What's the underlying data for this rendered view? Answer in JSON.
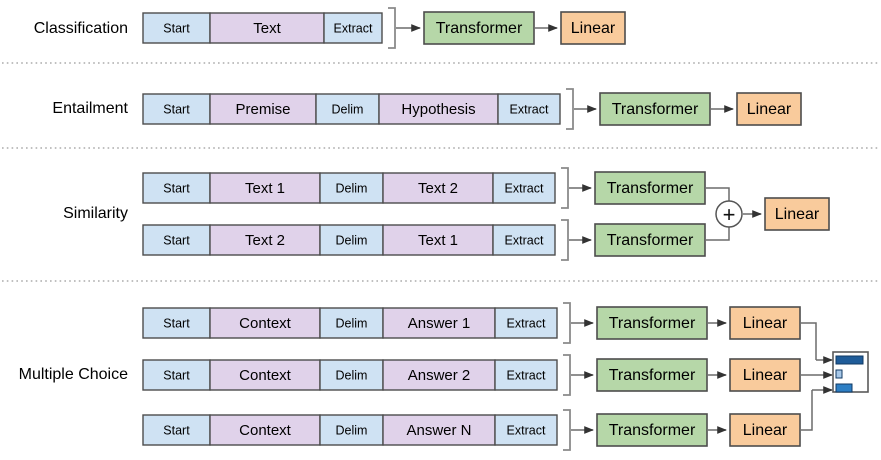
{
  "figure": {
    "background_color": "#ffffff",
    "colors": {
      "token_start": "#cfe2f3",
      "token_text": "#e0d2ea",
      "transformer": "#b6d7a8",
      "linear": "#f9cb9c",
      "wire": "#6b6b6b",
      "bracket": "#8a8a8a",
      "divider": "#9a9a9a",
      "bar_dark": "#1f5c99",
      "bar_light": "#a8c8e8",
      "bar_mid": "#2e7fc4"
    }
  },
  "tasks": [
    {
      "name": "classification",
      "label": "Classification",
      "rows": [
        {
          "tokens": [
            {
              "text": "Start",
              "kind": "start",
              "size": "sm"
            },
            {
              "text": "Text",
              "kind": "text",
              "size": "md"
            },
            {
              "text": "Extract",
              "kind": "start",
              "size": "sm"
            }
          ],
          "blocks": [
            {
              "text": "Transformer",
              "kind": "transformer"
            },
            {
              "text": "Linear",
              "kind": "linear"
            }
          ]
        }
      ]
    },
    {
      "name": "entailment",
      "label": "Entailment",
      "rows": [
        {
          "tokens": [
            {
              "text": "Start",
              "kind": "start",
              "size": "sm"
            },
            {
              "text": "Premise",
              "kind": "text",
              "size": "md"
            },
            {
              "text": "Delim",
              "kind": "start",
              "size": "sm"
            },
            {
              "text": "Hypothesis",
              "kind": "text",
              "size": "md"
            },
            {
              "text": "Extract",
              "kind": "start",
              "size": "sm"
            }
          ],
          "blocks": [
            {
              "text": "Transformer",
              "kind": "transformer"
            },
            {
              "text": "Linear",
              "kind": "linear"
            }
          ]
        }
      ]
    },
    {
      "name": "similarity",
      "label": "Similarity",
      "rows": [
        {
          "tokens": [
            {
              "text": "Start",
              "kind": "start",
              "size": "sm"
            },
            {
              "text": "Text 1",
              "kind": "text",
              "size": "md"
            },
            {
              "text": "Delim",
              "kind": "start",
              "size": "sm"
            },
            {
              "text": "Text 2",
              "kind": "text",
              "size": "md"
            },
            {
              "text": "Extract",
              "kind": "start",
              "size": "sm"
            }
          ],
          "blocks": [
            {
              "text": "Transformer",
              "kind": "transformer"
            }
          ]
        },
        {
          "tokens": [
            {
              "text": "Start",
              "kind": "start",
              "size": "sm"
            },
            {
              "text": "Text 2",
              "kind": "text",
              "size": "md"
            },
            {
              "text": "Delim",
              "kind": "start",
              "size": "sm"
            },
            {
              "text": "Text 1",
              "kind": "text",
              "size": "md"
            },
            {
              "text": "Extract",
              "kind": "start",
              "size": "sm"
            }
          ],
          "blocks": [
            {
              "text": "Transformer",
              "kind": "transformer"
            }
          ]
        }
      ],
      "merge": {
        "operator": "+",
        "output": "Linear"
      }
    },
    {
      "name": "multiple-choice",
      "label": "Multiple Choice",
      "rows": [
        {
          "tokens": [
            {
              "text": "Start",
              "kind": "start",
              "size": "sm"
            },
            {
              "text": "Context",
              "kind": "text",
              "size": "md"
            },
            {
              "text": "Delim",
              "kind": "start",
              "size": "sm"
            },
            {
              "text": "Answer 1",
              "kind": "text",
              "size": "md"
            },
            {
              "text": "Extract",
              "kind": "start",
              "size": "sm"
            }
          ],
          "blocks": [
            {
              "text": "Transformer",
              "kind": "transformer"
            },
            {
              "text": "Linear",
              "kind": "linear"
            }
          ]
        },
        {
          "tokens": [
            {
              "text": "Start",
              "kind": "start",
              "size": "sm"
            },
            {
              "text": "Context",
              "kind": "text",
              "size": "md"
            },
            {
              "text": "Delim",
              "kind": "start",
              "size": "sm"
            },
            {
              "text": "Answer 2",
              "kind": "text",
              "size": "md"
            },
            {
              "text": "Extract",
              "kind": "start",
              "size": "sm"
            }
          ],
          "blocks": [
            {
              "text": "Transformer",
              "kind": "transformer"
            },
            {
              "text": "Linear",
              "kind": "linear"
            }
          ]
        },
        {
          "tokens": [
            {
              "text": "Start",
              "kind": "start",
              "size": "sm"
            },
            {
              "text": "Context",
              "kind": "text",
              "size": "md"
            },
            {
              "text": "Answer N",
              "kind": "text",
              "size": "md"
            },
            {
              "text": "Delim",
              "kind": "start",
              "size": "sm"
            },
            {
              "text": "Extract",
              "kind": "start",
              "size": "sm"
            }
          ],
          "blocks": [
            {
              "text": "Transformer",
              "kind": "transformer"
            },
            {
              "text": "Linear",
              "kind": "linear"
            }
          ]
        }
      ],
      "output_chart": {
        "type": "bar",
        "orientation": "horizontal",
        "values": [
          1.0,
          0.18,
          0.55
        ],
        "bar_colors": [
          "#1f5c99",
          "#a8c8e8",
          "#2e7fc4"
        ]
      }
    }
  ],
  "row1": {
    "tok0": "Start",
    "tok1": "Text",
    "tok2": "Extract",
    "blk0": "Transformer",
    "blk1": "Linear",
    "task": "Classification"
  },
  "row2": {
    "tok0": "Start",
    "tok1": "Premise",
    "tok2": "Delim",
    "tok3": "Hypothesis",
    "tok4": "Extract",
    "blk0": "Transformer",
    "blk1": "Linear",
    "task": "Entailment"
  },
  "row3": {
    "task": "Similarity",
    "a": {
      "tok0": "Start",
      "tok1": "Text 1",
      "tok2": "Delim",
      "tok3": "Text 2",
      "tok4": "Extract",
      "blk0": "Transformer"
    },
    "b": {
      "tok0": "Start",
      "tok1": "Text 2",
      "tok2": "Delim",
      "tok3": "Text 1",
      "tok4": "Extract",
      "blk0": "Transformer"
    },
    "plus": "+",
    "linear": "Linear"
  },
  "row4": {
    "task": "Multiple Choice",
    "a": {
      "tok0": "Start",
      "tok1": "Context",
      "tok2": "Delim",
      "tok3": "Answer 1",
      "tok4": "Extract",
      "blk0": "Transformer",
      "blk1": "Linear"
    },
    "b": {
      "tok0": "Start",
      "tok1": "Context",
      "tok2": "Delim",
      "tok3": "Answer 2",
      "tok4": "Extract",
      "blk0": "Transformer",
      "blk1": "Linear"
    },
    "c": {
      "tok0": "Start",
      "tok1": "Context",
      "tok2": "Delim",
      "tok3": "Answer N",
      "tok4": "Extract",
      "blk0": "Transformer",
      "blk1": "Linear"
    }
  }
}
